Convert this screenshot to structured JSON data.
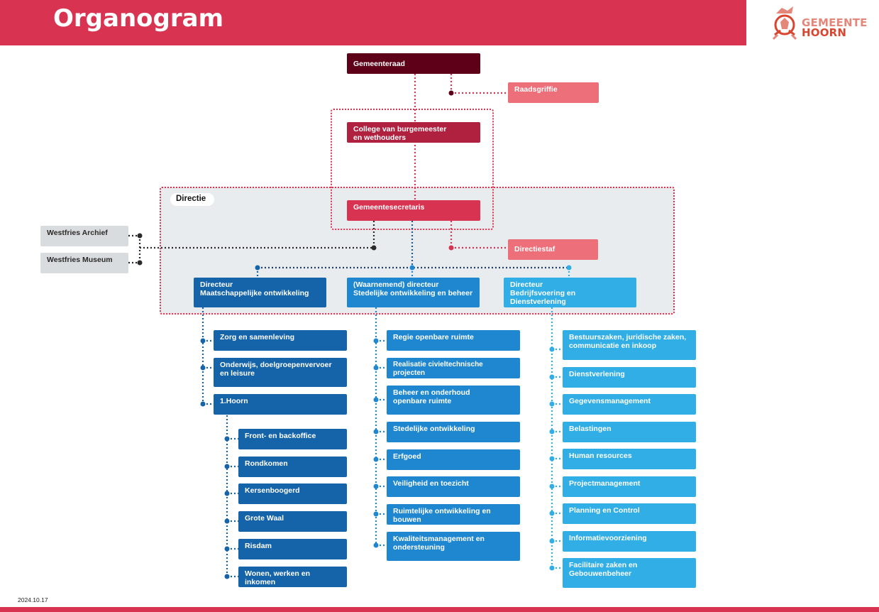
{
  "page": {
    "title": "Organogram",
    "date": "2024.10.17"
  },
  "logo": {
    "line1": "GEMEENTE",
    "line2": "HOORN"
  },
  "top": {
    "gemeenteraad": "Gemeenteraad",
    "raadsgriffie": "Raadsgriffie",
    "college": [
      "College van burgemeester",
      "en wethouders"
    ],
    "gemeentesecretaris": "Gemeentesecretaris",
    "directiestaf": "Directiestaf",
    "directie_label": "Directie"
  },
  "external": [
    "Westfries Archief",
    "Westfries Museum"
  ],
  "directors": [
    {
      "line1": "Directeur",
      "line2": "Maatschappelijke ontwikkeling"
    },
    {
      "line1": "(Waarnemend) directeur",
      "line2": "Stedelijke ontwikkeling en beheer"
    },
    {
      "line1": "Directeur",
      "line2": "Bedrijfsvoering en Dienstverlening"
    }
  ],
  "col1": [
    [
      "Zorg en samenleving"
    ],
    [
      "Onderwijs, doelgroepenvervoer",
      "en leisure"
    ],
    [
      "1.Hoorn"
    ]
  ],
  "col1_sub": [
    "Front- en backoffice",
    "Rondkomen",
    "Kersenboogerd",
    "Grote Waal",
    "Risdam",
    "Wonen, werken en inkomen"
  ],
  "col2": [
    [
      "Regie openbare ruimte"
    ],
    [
      "Realisatie civieltechnische projecten"
    ],
    [
      "Beheer en onderhoud",
      "openbare ruimte"
    ],
    [
      "Stedelijke ontwikkeling"
    ],
    [
      "Erfgoed"
    ],
    [
      "Veiligheid en toezicht"
    ],
    [
      "Ruimtelijke ontwikkeling en bouwen"
    ],
    [
      "Kwaliteitsmanagement en",
      "ondersteuning"
    ]
  ],
  "col3": [
    [
      "Bestuurszaken, juridische zaken,",
      "communicatie en inkoop"
    ],
    [
      "Dienstverlening"
    ],
    [
      "Gegevensmanagement"
    ],
    [
      "Belastingen"
    ],
    [
      "Human resources"
    ],
    [
      "Projectmanagement"
    ],
    [
      "Planning en Control"
    ],
    [
      "Informatievoorziening"
    ],
    [
      "Facilitaire zaken en",
      "Gebouwenbeheer"
    ]
  ],
  "colors": {
    "brand_red": "#d93352",
    "dark_red": "#5e0018",
    "college_red": "#b0213f",
    "salmon": "#ec6f7a",
    "navy": "#1563a9",
    "mid_blue": "#1f87d0",
    "light_blue": "#30aee5"
  }
}
